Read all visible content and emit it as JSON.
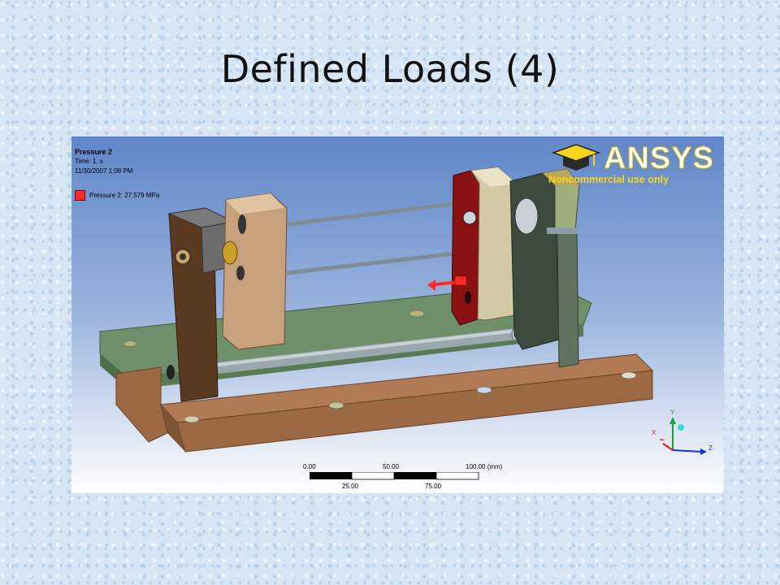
{
  "slide": {
    "title": "Defined Loads (4)"
  },
  "viewer": {
    "info_title": "Pressure 2",
    "info_time": "Time: 1. s",
    "info_date": "11/30/2007 1:08 PM",
    "legend_label": "Pressure 2: 27.579 MPa",
    "legend_color": "#ff2a2a",
    "logo_text": "ANSYS",
    "logo_mark": "®",
    "logo_subtitle": "Noncommercial use only"
  },
  "scale": {
    "top_labels": [
      "0.00",
      "50.00",
      "100.00 (mm)"
    ],
    "bottom_labels": [
      "25.00",
      "75.00"
    ]
  },
  "triad": {
    "y": "Y",
    "x": "X",
    "z": "Z"
  },
  "colors": {
    "base_green": "#6f8f6a",
    "rail_bronze": "#b07b54",
    "pressure_red": "#ff2a2a",
    "plate_red": "#8a1212"
  },
  "icons": [
    "graduation-cap-icon",
    "pressure-arrow-icon",
    "coordinate-triad-icon"
  ]
}
